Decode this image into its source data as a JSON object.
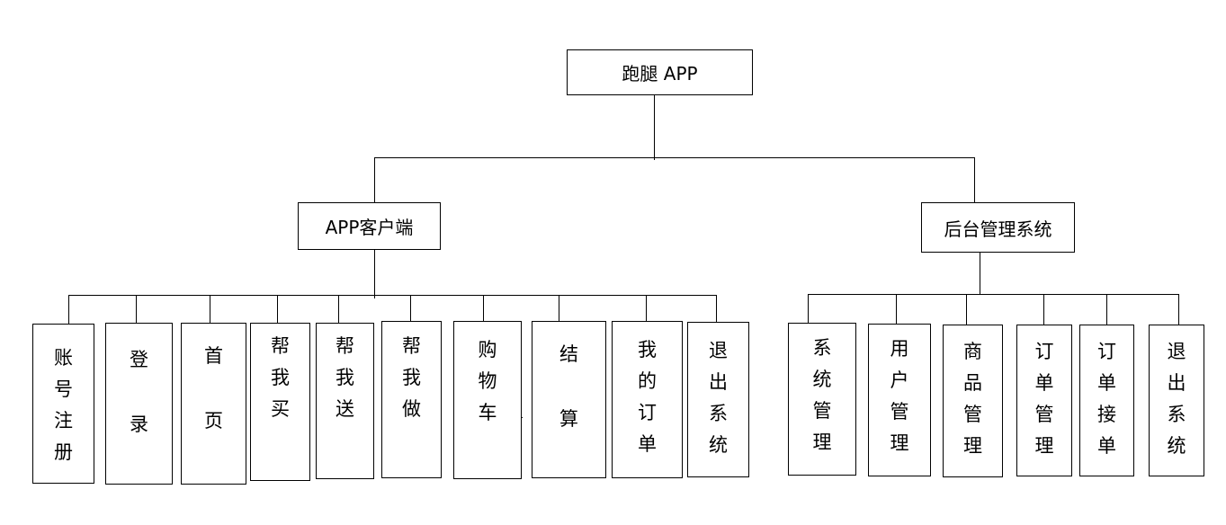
{
  "root": {
    "label": "跑腿 APP"
  },
  "branches": {
    "client": {
      "label": "APP客户端",
      "modules": [
        {
          "label": "账号注册"
        },
        {
          "label": "登录"
        },
        {
          "label": "首页"
        },
        {
          "label": "帮我买"
        },
        {
          "label": "帮我送"
        },
        {
          "label": "帮我做"
        },
        {
          "label": "购物车"
        },
        {
          "label": "结算"
        },
        {
          "label": "我的订单"
        },
        {
          "label": "退出系统"
        }
      ]
    },
    "admin": {
      "label": "后台管理系统",
      "modules": [
        {
          "label": "系统管理"
        },
        {
          "label": "用户管理"
        },
        {
          "label": "商品管理"
        },
        {
          "label": "订单管理"
        },
        {
          "label": "订单接单"
        },
        {
          "label": "退出系统"
        }
      ]
    }
  }
}
